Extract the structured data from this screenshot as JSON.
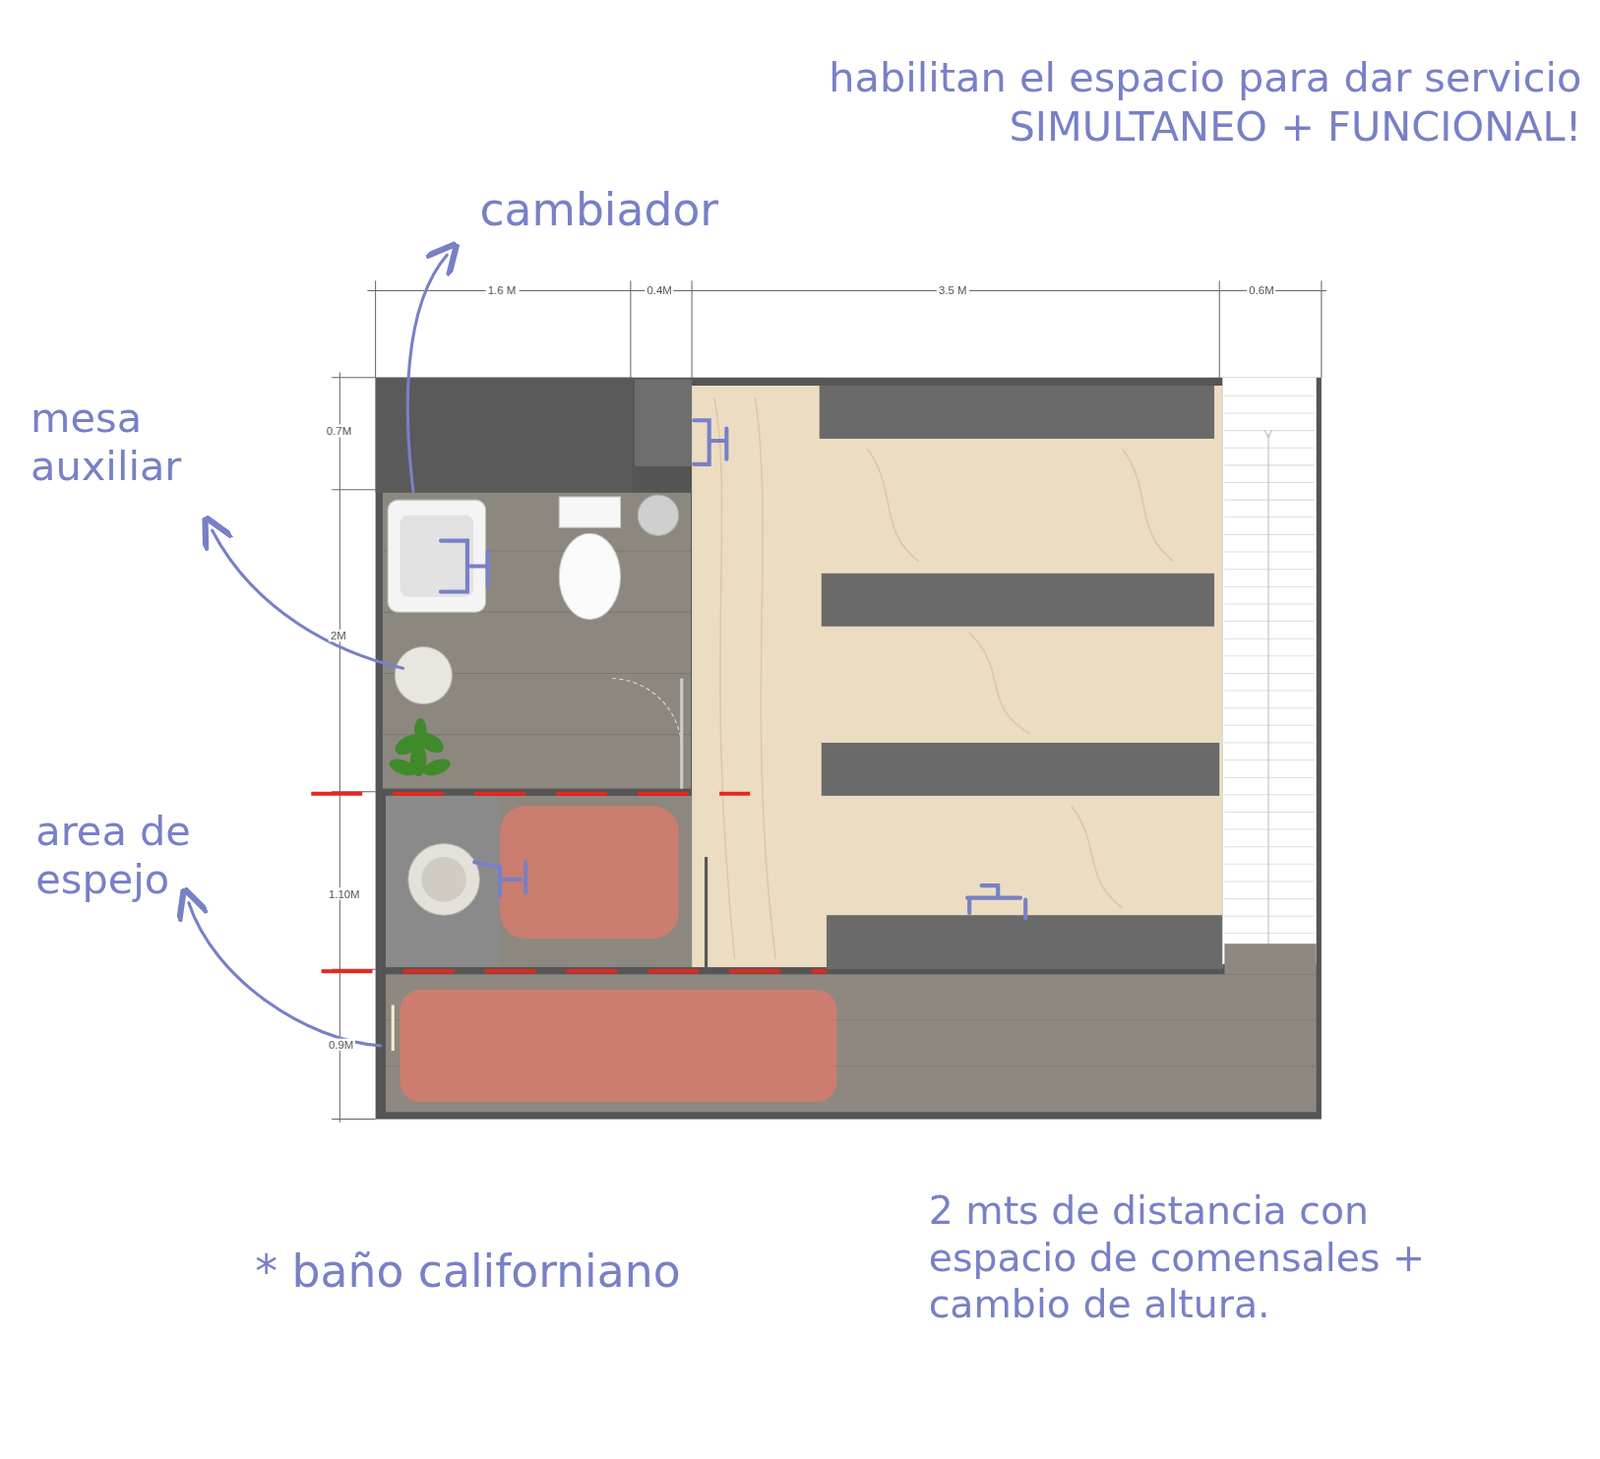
{
  "diagram": {
    "labels": [
      "habilitan el espacio para dar servicio SIMULTANEO + FUNCIONAL!",
      "cambiador",
      "mesa auxiliar",
      "area de espejo",
      "* baño californiano",
      "2 mts de distancia con espacio de comensales + cambio de altura.",
      "1.6 M",
      "0.4M",
      "3.5 M",
      "0.6M",
      "0.7M",
      "2M",
      "1.10M",
      "0.9M"
    ]
  }
}
